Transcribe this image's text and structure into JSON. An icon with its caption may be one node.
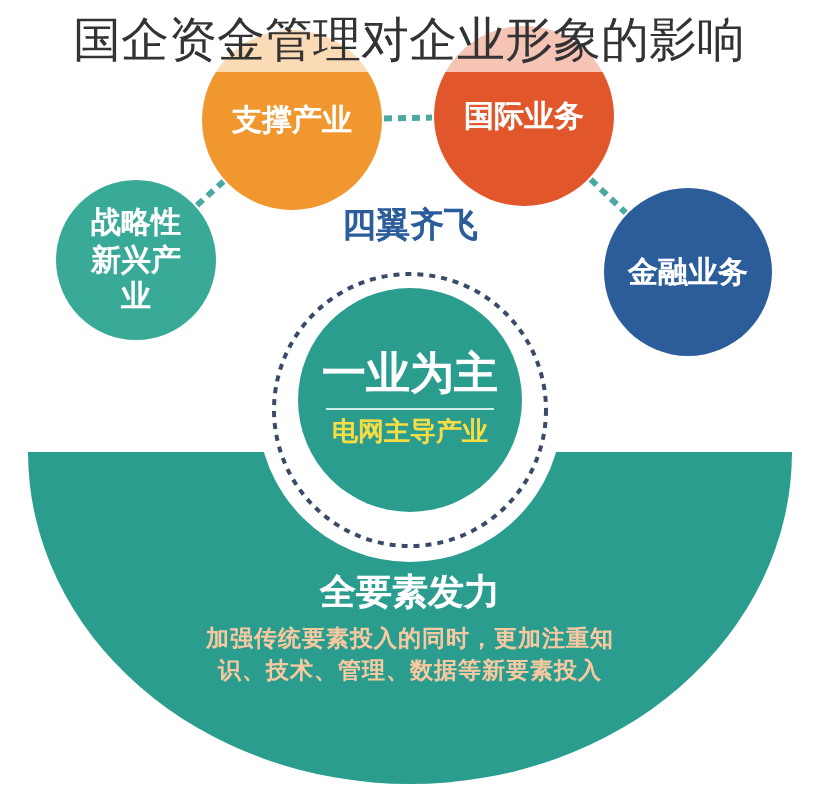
{
  "diagram": {
    "title": "国企资金管理对企业形象的影响",
    "nodes": [
      {
        "text": [
          "战略性新兴产业"
        ]
      },
      {
        "text": [
          "支撑产业"
        ]
      },
      {
        "text": [
          "国际业务"
        ]
      },
      {
        "text": [
          "金融业务"
        ]
      },
      {
        "text": [
          "一业为主",
          "电网主导产业"
        ]
      },
      {
        "text": [
          "全要素发力",
          "加强传统要素投入的同时，更加注重知识、技术、管理、数据等新要素投入"
        ]
      }
    ],
    "edges": [
      {
        "from": 0,
        "to": 1,
        "arrow": "none",
        "style": "dashed"
      },
      {
        "from": 1,
        "to": 2,
        "arrow": "none",
        "style": "dashed"
      },
      {
        "from": 2,
        "to": 3,
        "arrow": "none",
        "style": "dashed"
      }
    ],
    "labels": [
      "四翼齐飞"
    ]
  }
}
